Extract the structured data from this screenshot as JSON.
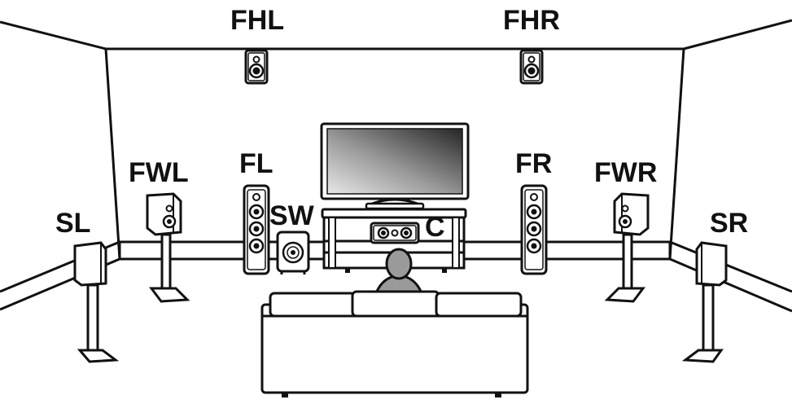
{
  "labels": {
    "fhl": "FHL",
    "fhr": "FHR",
    "fwl": "FWL",
    "fl": "FL",
    "sw": "SW",
    "c": "C",
    "fr": "FR",
    "fwr": "FWR",
    "sl": "SL",
    "sr": "SR"
  },
  "colors": {
    "line": "#111111",
    "wall": "#ffffff",
    "person": "#9a9a9a",
    "screen_dark": "#2b2b2b",
    "screen_light": "#e6e6e6"
  }
}
